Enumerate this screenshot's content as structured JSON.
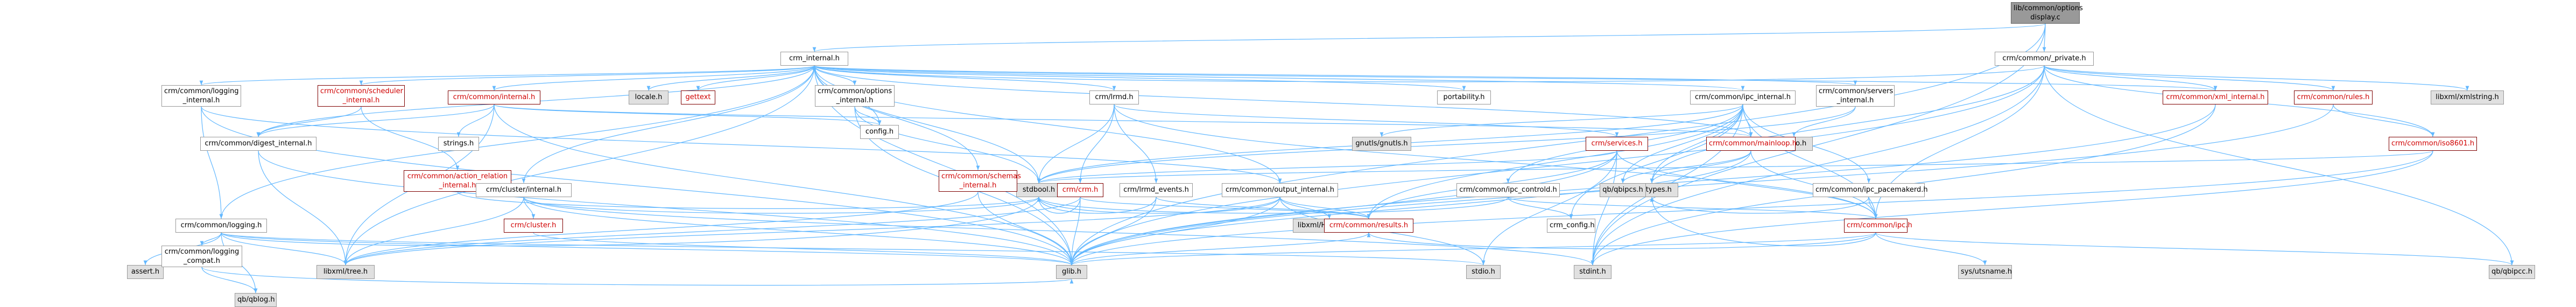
{
  "graph": {
    "title": "Include dependency graph",
    "nodes": [
      {
        "id": "root",
        "kind": "root",
        "lines": [
          "lib/common/options",
          "display.c"
        ]
      },
      {
        "id": "crm_private",
        "kind": "normal",
        "lines": [
          "crm/common/_private.h"
        ]
      },
      {
        "id": "crm_internal",
        "kind": "normal",
        "lines": [
          "crm_internal.h"
        ]
      },
      {
        "id": "locale",
        "kind": "external",
        "lines": [
          "locale.h"
        ]
      },
      {
        "id": "gettext",
        "kind": "link",
        "lines": [
          "gettext"
        ]
      },
      {
        "id": "portability",
        "kind": "normal",
        "lines": [
          "portability.h"
        ]
      },
      {
        "id": "config",
        "kind": "normal",
        "lines": [
          "config.h"
        ]
      },
      {
        "id": "stdbool",
        "kind": "external",
        "lines": [
          "stdbool.h"
        ]
      },
      {
        "id": "glib",
        "kind": "external",
        "lines": [
          "glib.h"
        ]
      },
      {
        "id": "stdint",
        "kind": "external",
        "lines": [
          "stdint.h"
        ]
      },
      {
        "id": "libxml_tree",
        "kind": "external",
        "lines": [
          "libxml/tree.h"
        ]
      },
      {
        "id": "libxml_xmlstring",
        "kind": "external",
        "lines": [
          "libxml/xmlstring.h"
        ]
      },
      {
        "id": "stdio",
        "kind": "external",
        "lines": [
          "stdio.h"
        ]
      },
      {
        "id": "sys_types",
        "kind": "external",
        "lines": [
          "sys/types.h"
        ]
      },
      {
        "id": "sys_utsname",
        "kind": "external",
        "lines": [
          "sys/utsname.h"
        ]
      },
      {
        "id": "qb_ipcs",
        "kind": "external",
        "lines": [
          "qb/qbipcs.h"
        ]
      },
      {
        "id": "qb_ipcc",
        "kind": "external",
        "lines": [
          "qb/qbipcc.h"
        ]
      },
      {
        "id": "qb_log",
        "kind": "external",
        "lines": [
          "qb/qblog.h"
        ]
      },
      {
        "id": "assert",
        "kind": "external",
        "lines": [
          "assert.h"
        ]
      },
      {
        "id": "errno",
        "kind": "external",
        "lines": [
          "errno.h"
        ]
      },
      {
        "id": "gnutls",
        "kind": "external",
        "lines": [
          "gnutls/gnutls.h"
        ]
      },
      {
        "id": "libxml_htmltree",
        "kind": "external",
        "lines": [
          "libxml/HTMLtree.h"
        ]
      },
      {
        "id": "strings",
        "kind": "normal",
        "lines": [
          "strings.h"
        ]
      },
      {
        "id": "crm_config",
        "kind": "normal",
        "lines": [
          "crm_config.h"
        ]
      },
      {
        "id": "logging_internal",
        "kind": "normal",
        "lines": [
          "crm/common/logging",
          "_internal.h"
        ]
      },
      {
        "id": "scheduler_internal",
        "kind": "link",
        "lines": [
          "crm/common/scheduler",
          "_internal.h"
        ]
      },
      {
        "id": "common_internal",
        "kind": "link",
        "lines": [
          "crm/common/internal.h"
        ]
      },
      {
        "id": "options_internal",
        "kind": "normal",
        "lines": [
          "crm/common/options",
          "_internal.h"
        ]
      },
      {
        "id": "lrmd",
        "kind": "normal",
        "lines": [
          "crm/lrmd.h"
        ]
      },
      {
        "id": "ipc_internal",
        "kind": "normal",
        "lines": [
          "crm/common/ipc_internal.h"
        ]
      },
      {
        "id": "servers_internal",
        "kind": "normal",
        "lines": [
          "crm/common/servers",
          "_internal.h"
        ]
      },
      {
        "id": "xml_internal",
        "kind": "link",
        "lines": [
          "crm/common/xml_internal.h"
        ]
      },
      {
        "id": "rules",
        "kind": "link",
        "lines": [
          "crm/common/rules.h"
        ]
      },
      {
        "id": "iso8601",
        "kind": "link",
        "lines": [
          "crm/common/iso8601.h"
        ]
      },
      {
        "id": "digest_internal",
        "kind": "normal",
        "lines": [
          "crm/common/digest_internal.h"
        ]
      },
      {
        "id": "action_relation",
        "kind": "link",
        "lines": [
          "crm/common/action_relation",
          "_internal.h"
        ]
      },
      {
        "id": "logging",
        "kind": "normal",
        "lines": [
          "crm/common/logging.h"
        ]
      },
      {
        "id": "logging_compat",
        "kind": "normal",
        "lines": [
          "crm/common/logging",
          "_compat.h"
        ]
      },
      {
        "id": "cluster_internal",
        "kind": "normal",
        "lines": [
          "crm/cluster/internal.h"
        ]
      },
      {
        "id": "cluster",
        "kind": "link",
        "lines": [
          "crm/cluster.h"
        ]
      },
      {
        "id": "schemas_internal",
        "kind": "link",
        "lines": [
          "crm/common/schemas",
          "_internal.h"
        ]
      },
      {
        "id": "crm_h",
        "kind": "link",
        "lines": [
          "crm/crm.h"
        ]
      },
      {
        "id": "lrmd_events",
        "kind": "normal",
        "lines": [
          "crm/lrmd_events.h"
        ]
      },
      {
        "id": "output_internal",
        "kind": "normal",
        "lines": [
          "crm/common/output_internal.h"
        ]
      },
      {
        "id": "results",
        "kind": "link",
        "lines": [
          "crm/common/results.h"
        ]
      },
      {
        "id": "mainloop",
        "kind": "link",
        "lines": [
          "crm/common/mainloop.h"
        ]
      },
      {
        "id": "ipc_controld",
        "kind": "normal",
        "lines": [
          "crm/common/ipc_controld.h"
        ]
      },
      {
        "id": "services",
        "kind": "link",
        "lines": [
          "crm/services.h"
        ]
      },
      {
        "id": "ipc_pacemakerd",
        "kind": "normal",
        "lines": [
          "crm/common/ipc_pacemakerd.h"
        ]
      },
      {
        "id": "ipc",
        "kind": "link",
        "lines": [
          "crm/common/ipc.h"
        ]
      }
    ],
    "edges": [
      [
        "root",
        "crm_private"
      ],
      [
        "root",
        "crm_internal"
      ],
      [
        "root",
        "stdint"
      ],
      [
        "root",
        "glib"
      ],
      [
        "crm_private",
        "glib"
      ],
      [
        "crm_private",
        "libxml_xmlstring"
      ],
      [
        "crm_private",
        "qb_ipcc"
      ],
      [
        "crm_private",
        "xml_internal"
      ],
      [
        "crm_private",
        "rules"
      ],
      [
        "crm_private",
        "iso8601"
      ],
      [
        "crm_private",
        "stdint"
      ],
      [
        "crm_private",
        "crm_internal"
      ],
      [
        "crm_private",
        "sys_types"
      ],
      [
        "crm_private",
        "ipc"
      ],
      [
        "crm_internal",
        "config"
      ],
      [
        "crm_internal",
        "locale"
      ],
      [
        "crm_internal",
        "gettext"
      ],
      [
        "crm_internal",
        "portability"
      ],
      [
        "crm_internal",
        "glib"
      ],
      [
        "crm_internal",
        "stdbool"
      ],
      [
        "crm_internal",
        "libxml_tree"
      ],
      [
        "crm_internal",
        "logging_internal"
      ],
      [
        "crm_internal",
        "logging"
      ],
      [
        "crm_internal",
        "scheduler_internal"
      ],
      [
        "crm_internal",
        "common_internal"
      ],
      [
        "crm_internal",
        "options_internal"
      ],
      [
        "crm_internal",
        "lrmd"
      ],
      [
        "crm_internal",
        "ipc_internal"
      ],
      [
        "crm_internal",
        "servers_internal"
      ],
      [
        "crm_internal",
        "xml_internal"
      ],
      [
        "crm_internal",
        "digest_internal"
      ],
      [
        "crm_internal",
        "cluster_internal"
      ],
      [
        "crm_internal",
        "schemas_internal"
      ],
      [
        "crm_internal",
        "output_internal"
      ],
      [
        "crm_internal",
        "mainloop"
      ],
      [
        "logging_internal",
        "glib"
      ],
      [
        "logging_internal",
        "logging"
      ],
      [
        "logging_internal",
        "output_internal"
      ],
      [
        "scheduler_internal",
        "action_relation"
      ],
      [
        "scheduler_internal",
        "digest_internal"
      ],
      [
        "common_internal",
        "strings"
      ],
      [
        "common_internal",
        "glib"
      ],
      [
        "common_internal",
        "libxml_tree"
      ],
      [
        "common_internal",
        "config"
      ],
      [
        "common_internal",
        "digest_internal"
      ],
      [
        "common_internal",
        "mainloop"
      ],
      [
        "options_internal",
        "glib"
      ],
      [
        "options_internal",
        "stdbool"
      ],
      [
        "options_internal",
        "config"
      ],
      [
        "lrmd",
        "stdbool"
      ],
      [
        "lrmd",
        "lrmd_events"
      ],
      [
        "lrmd",
        "services"
      ],
      [
        "lrmd",
        "ipc"
      ],
      [
        "lrmd",
        "crm_h"
      ],
      [
        "ipc_internal",
        "stdbool"
      ],
      [
        "ipc_internal",
        "stdint"
      ],
      [
        "ipc_internal",
        "gnutls"
      ],
      [
        "ipc_internal",
        "qb_ipcs"
      ],
      [
        "ipc_internal",
        "sys_types"
      ],
      [
        "ipc_internal",
        "crm_config"
      ],
      [
        "ipc_internal",
        "ipc"
      ],
      [
        "ipc_internal",
        "ipc_controld"
      ],
      [
        "ipc_internal",
        "ipc_pacemakerd"
      ],
      [
        "ipc_internal",
        "results"
      ],
      [
        "ipc_internal",
        "mainloop"
      ],
      [
        "servers_internal",
        "errno"
      ],
      [
        "servers_internal",
        "stdbool"
      ],
      [
        "xml_internal",
        "glib"
      ],
      [
        "xml_internal",
        "stdint"
      ],
      [
        "rules",
        "glib"
      ],
      [
        "rules",
        "iso8601"
      ],
      [
        "iso8601",
        "glib"
      ],
      [
        "iso8601",
        "stdint"
      ],
      [
        "iso8601",
        "stdbool"
      ],
      [
        "digest_internal",
        "glib"
      ],
      [
        "digest_internal",
        "libxml_tree"
      ],
      [
        "action_relation",
        "stdbool"
      ],
      [
        "logging",
        "stdio"
      ],
      [
        "logging",
        "glib"
      ],
      [
        "logging",
        "qb_log"
      ],
      [
        "logging",
        "libxml_tree"
      ],
      [
        "logging",
        "assert"
      ],
      [
        "logging",
        "logging_compat"
      ],
      [
        "logging",
        "stdbool"
      ],
      [
        "logging_compat",
        "glib"
      ],
      [
        "logging_compat",
        "qb_log"
      ],
      [
        "cluster_internal",
        "cluster"
      ],
      [
        "cluster_internal",
        "stdint"
      ],
      [
        "cluster_internal",
        "glib"
      ],
      [
        "cluster_internal",
        "stdbool"
      ],
      [
        "cluster_internal",
        "libxml_tree"
      ],
      [
        "cluster",
        "glib"
      ],
      [
        "schemas_internal",
        "glib"
      ],
      [
        "schemas_internal",
        "libxml_tree"
      ],
      [
        "crm_h",
        "stdbool"
      ],
      [
        "crm_h",
        "glib"
      ],
      [
        "crm_h",
        "libxml_tree"
      ],
      [
        "crm_h",
        "results"
      ],
      [
        "lrmd_events",
        "glib"
      ],
      [
        "lrmd_events",
        "stdbool"
      ],
      [
        "lrmd_events",
        "results"
      ],
      [
        "output_internal",
        "stdio"
      ],
      [
        "output_internal",
        "libxml_tree"
      ],
      [
        "output_internal",
        "libxml_htmltree"
      ],
      [
        "output_internal",
        "glib"
      ],
      [
        "output_internal",
        "results"
      ],
      [
        "output_internal",
        "stdbool"
      ],
      [
        "results",
        "glib"
      ],
      [
        "mainloop",
        "glib"
      ],
      [
        "mainloop",
        "ipc"
      ],
      [
        "mainloop",
        "qb_ipcs"
      ],
      [
        "mainloop",
        "sys_types"
      ],
      [
        "ipc_controld",
        "stdbool"
      ],
      [
        "ipc_controld",
        "ipc"
      ],
      [
        "ipc_controld",
        "crm_config"
      ],
      [
        "services",
        "glib"
      ],
      [
        "services",
        "stdio"
      ],
      [
        "services",
        "stdint"
      ],
      [
        "services",
        "stdbool"
      ],
      [
        "services",
        "ipc"
      ],
      [
        "services",
        "results"
      ],
      [
        "ipc_pacemakerd",
        "sys_types"
      ],
      [
        "ipc_pacemakerd",
        "ipc"
      ],
      [
        "ipc",
        "sys_types"
      ],
      [
        "ipc",
        "sys_utsname"
      ],
      [
        "ipc",
        "qb_ipcc"
      ],
      [
        "ipc",
        "glib"
      ],
      [
        "ipc",
        "results"
      ]
    ]
  }
}
